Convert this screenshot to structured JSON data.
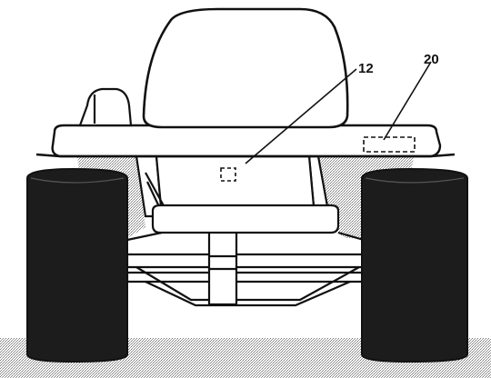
{
  "figure": {
    "subject": "riding-lawn-mower-front-view",
    "reference_labels": {
      "seat_sensor": "12",
      "deck_module": "20"
    },
    "colors": {
      "ink": "#111111",
      "tire": "#1c1c1c",
      "paper": "#ffffff",
      "stipple": "#9a9a9a"
    }
  }
}
